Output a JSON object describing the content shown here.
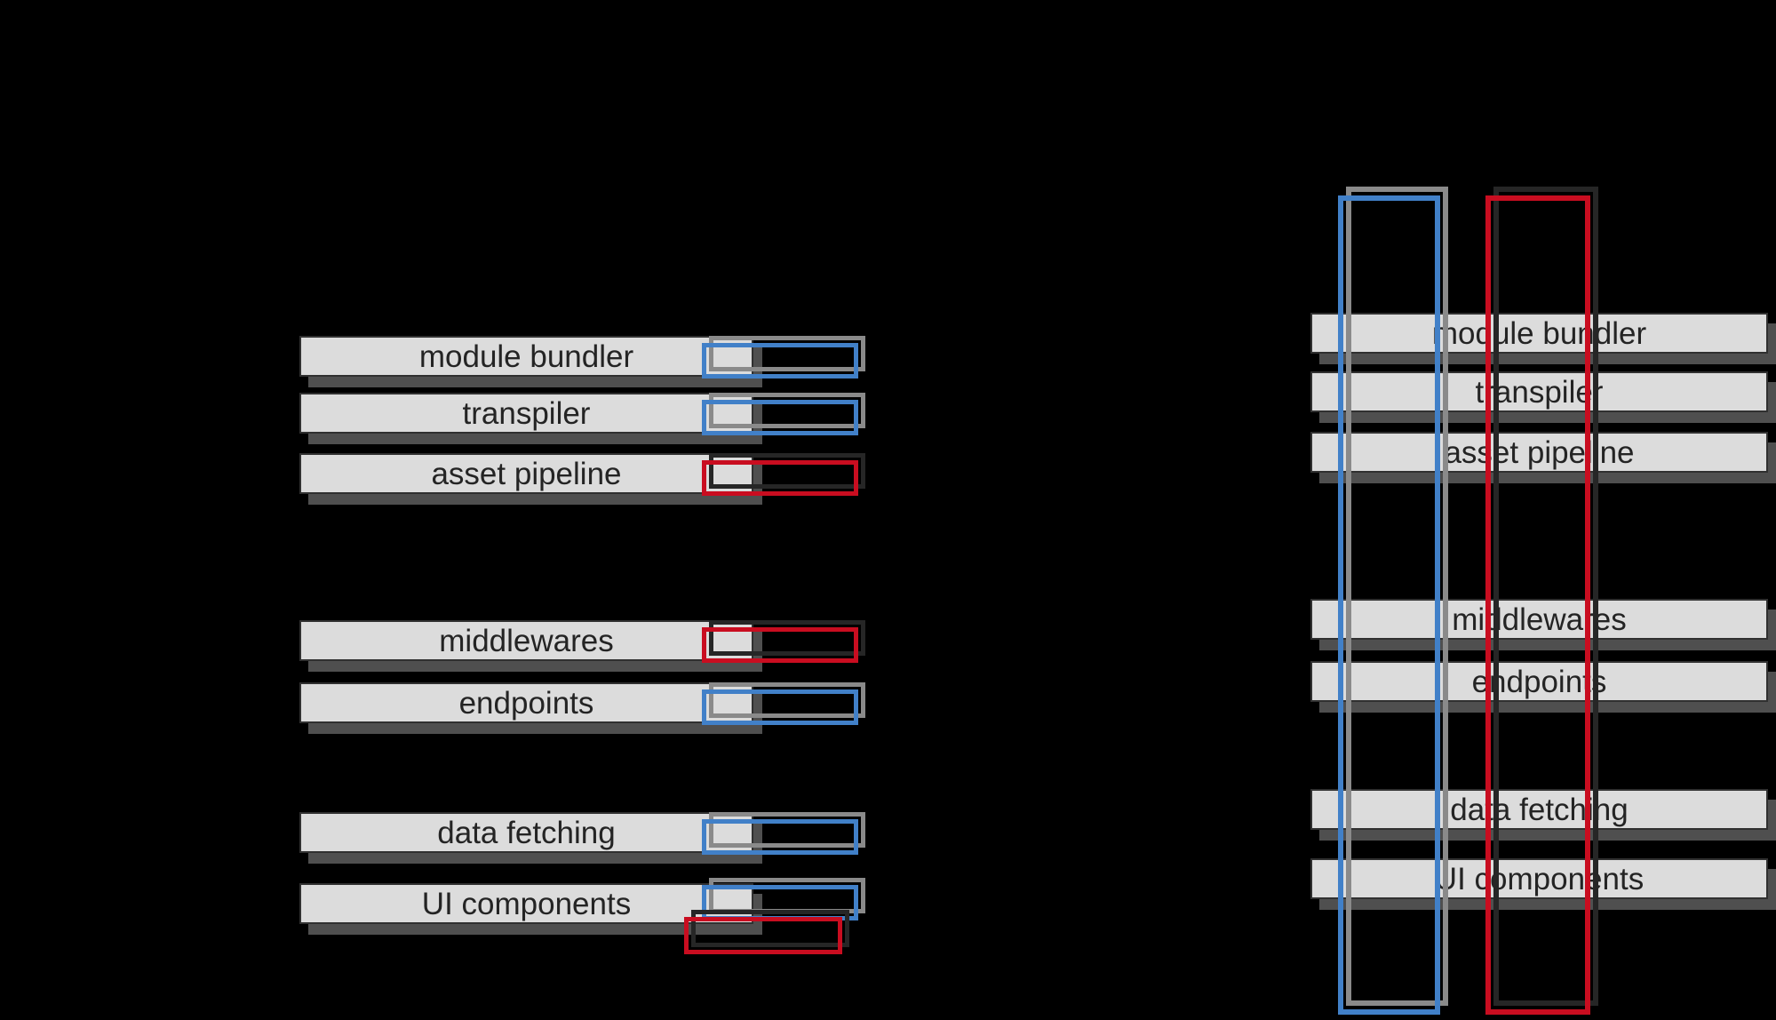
{
  "colors": {
    "background": "#000000",
    "blue": "#4180c8",
    "red": "#c90d20",
    "blue_shadow": "#8a8a8a",
    "red_shadow": "#262626",
    "bar_fill": "#dcdcdc",
    "bar_border": "#303030",
    "bar_text": "#242424",
    "bar_shadow": "#4f4f4f"
  },
  "left_panel": {
    "rows": [
      {
        "label": "module bundler",
        "tags": [
          "blue"
        ]
      },
      {
        "label": "transpiler",
        "tags": [
          "blue"
        ]
      },
      {
        "label": "asset pipeline",
        "tags": [
          "red"
        ]
      },
      {
        "label": "middlewares",
        "tags": [
          "red"
        ]
      },
      {
        "label": "endpoints",
        "tags": [
          "blue"
        ]
      },
      {
        "label": "data fetching",
        "tags": [
          "blue"
        ]
      },
      {
        "label": "UI components",
        "tags": [
          "blue",
          "red"
        ]
      }
    ]
  },
  "right_panel": {
    "rows": [
      {
        "label": "module bundler"
      },
      {
        "label": "transpiler"
      },
      {
        "label": "asset pipeline"
      },
      {
        "label": "middlewares"
      },
      {
        "label": "endpoints"
      },
      {
        "label": "data fetching"
      },
      {
        "label": "UI components"
      }
    ],
    "columns": [
      {
        "color": "blue"
      },
      {
        "color": "red"
      }
    ]
  }
}
